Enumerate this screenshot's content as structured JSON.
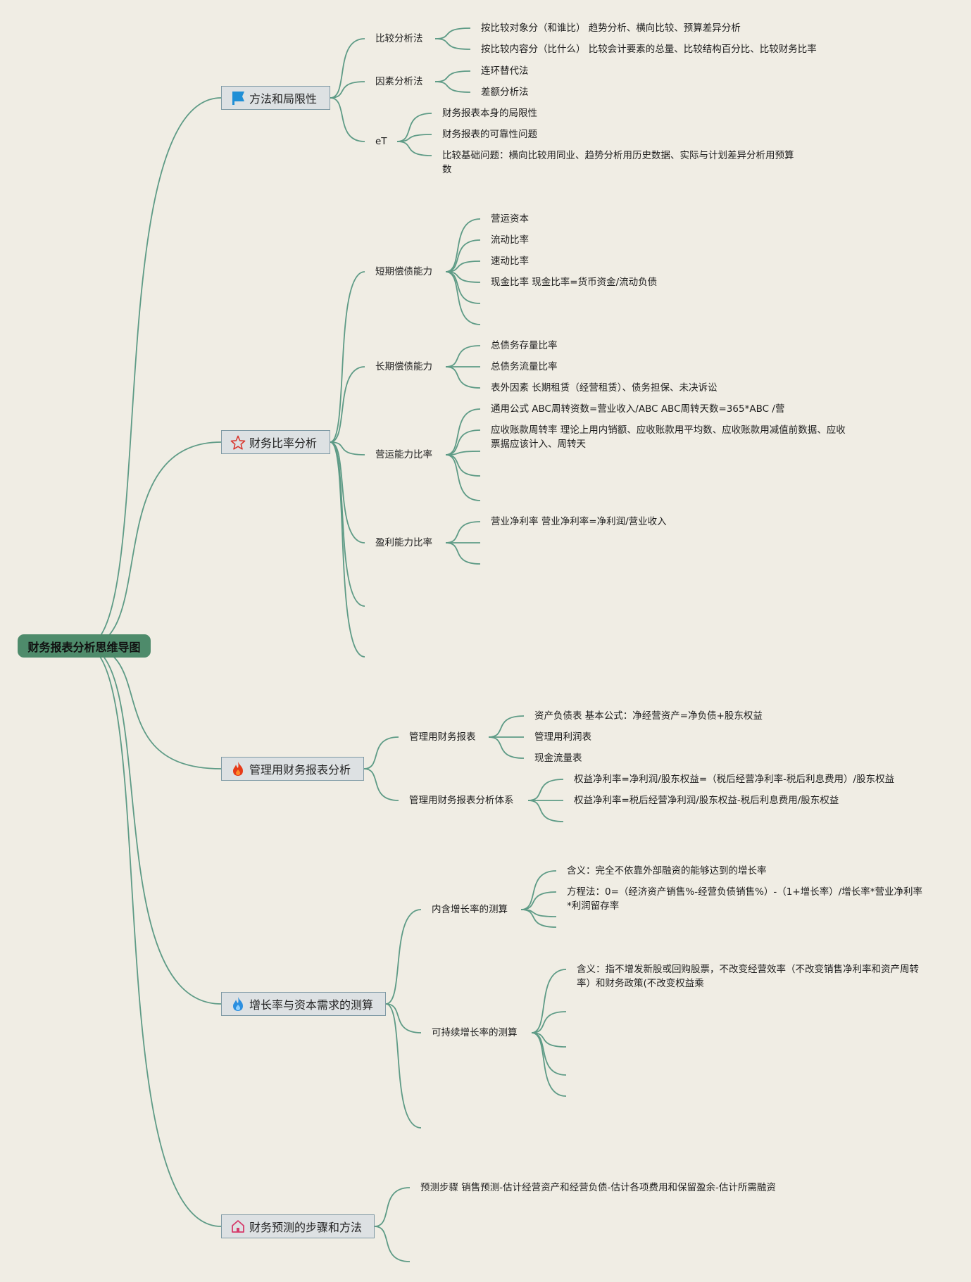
{
  "root": "财务报表分析思维导图",
  "sections": [
    {
      "title": "方法和局限性",
      "icon": "flag-icon",
      "children": [
        {
          "label": "比较分析法",
          "items": [
            "按比较对象分（和谁比） 趋势分析、横向比较、预算差异分析",
            "按比较内容分（比什么） 比较会计要素的总量、比较结构百分比、比较财务比率"
          ]
        },
        {
          "label": "因素分析法",
          "items": [
            "连环替代法",
            "差额分析法"
          ]
        },
        {
          "label": "eT",
          "items": [
            "财务报表本身的局限性",
            "财务报表的可靠性问题",
            "比较基础问题：横向比较用同业、趋势分析用历史数据、实际与计划差异分析用预算数"
          ]
        }
      ]
    },
    {
      "title": "财务比率分析",
      "icon": "star-icon",
      "children": [
        {
          "label": "短期偿债能力",
          "items": [
            "营运资本",
            "流动比率",
            "速动比率",
            "现金比率 现金比率=货币资金/流动负债"
          ]
        },
        {
          "label": "长期偿债能力",
          "items": [
            "总债务存量比率",
            "总债务流量比率",
            "表外因素 长期租赁（经营租赁）、债务担保、未决诉讼"
          ]
        },
        {
          "label": "营运能力比率",
          "items": [
            "通用公式 ABC周转资数=营业收入/ABC ABC周转天数=365*ABC /营",
            "应收账款周转率 理论上用内销额、应收账款用平均数、应收账款用减值前数据、应收票据应该计入、周转天"
          ]
        },
        {
          "label": "盈利能力比率",
          "items": [
            "营业净利率 营业净利率=净利润/营业收入"
          ]
        }
      ]
    },
    {
      "title": "管理用财务报表分析",
      "icon": "fire-icon",
      "children": [
        {
          "label": "管理用财务报表",
          "items": [
            "资产负债表 基本公式：净经营资产=净负债+股东权益",
            "管理用利润表",
            "现金流量表"
          ]
        },
        {
          "label": "管理用财务报表分析体系",
          "items": [
            "权益净利率=净利润/股东权益=（税后经营净利率-税后利息费用）/股东权益",
            "权益净利率=税后经营净利润/股东权益-税后利息费用/股东权益"
          ]
        }
      ]
    },
    {
      "title": "增长率与资本需求的测算",
      "icon": "water-drop-icon",
      "children": [
        {
          "label": "内含增长率的测算",
          "items": [
            "含义：完全不依靠外部融资的能够达到的增长率",
            "方程法：0=（经济资产销售%-经营负债销售%）-（1+增长率）/增长率*营业净利率*利润留存率"
          ]
        },
        {
          "label": "可持续增长率的测算",
          "items": [
            "含义：指不增发新股或回购股票，不改变经营效率（不改变销售净利率和资产周转率）和财务政策(不改变权益乘"
          ]
        }
      ]
    },
    {
      "title": "财务预测的步骤和方法",
      "icon": "house-icon",
      "children": [],
      "items": [
        "预测步骤 销售预测-估计经营资产和经营负债-估计各项费用和保留盈余-估计所需融资"
      ]
    }
  ],
  "colors": {
    "line": "#5e9b86",
    "root_fill": "#4e8b6b",
    "background": "#f0ede4",
    "node_fill": "#dde1e3",
    "node_border": "#7f9aa5"
  }
}
